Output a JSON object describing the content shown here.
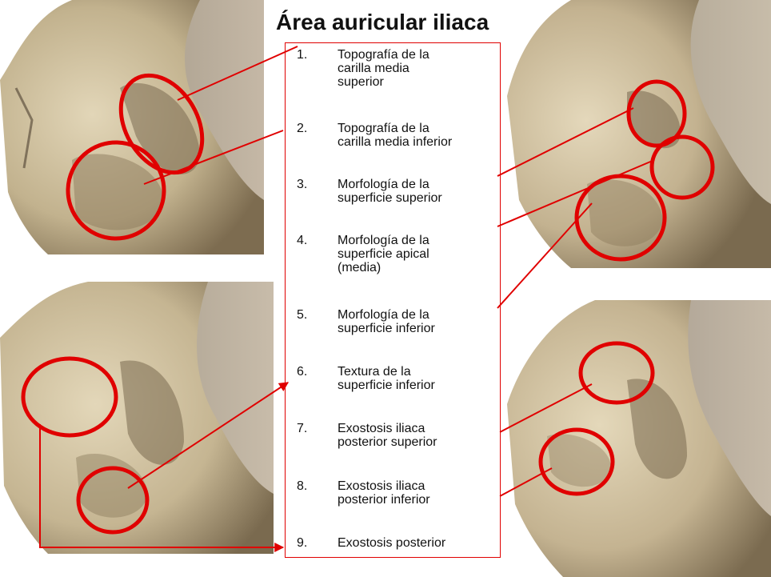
{
  "title": "Área auricular iliaca",
  "items": [
    {
      "num": "1.",
      "text": "Topografía de la\ncarilla media\nsuperior"
    },
    {
      "num": "2.",
      "text": "Topografía de la\ncarilla media inferior"
    },
    {
      "num": "3.",
      "text": "Morfología de la\nsuperficie superior"
    },
    {
      "num": "4.",
      "text": "Morfología de la\nsuperficie apical\n(media)"
    },
    {
      "num": "5.",
      "text": "Morfología de la\nsuperficie inferior"
    },
    {
      "num": "6.",
      "text": "Textura de la\nsuperficie inferior"
    },
    {
      "num": "7.",
      "text": "Exostosis iliaca\nposterior superior"
    },
    {
      "num": "8.",
      "text": "Exostosis iliaca\nposterior inferior"
    },
    {
      "num": "9.",
      "text": "Exostosis posterior"
    }
  ],
  "colors": {
    "accent": "#e00000",
    "bone_light": "#d8ccae",
    "bone_dark": "#6b5d45",
    "background_photo": "#b7a996"
  }
}
